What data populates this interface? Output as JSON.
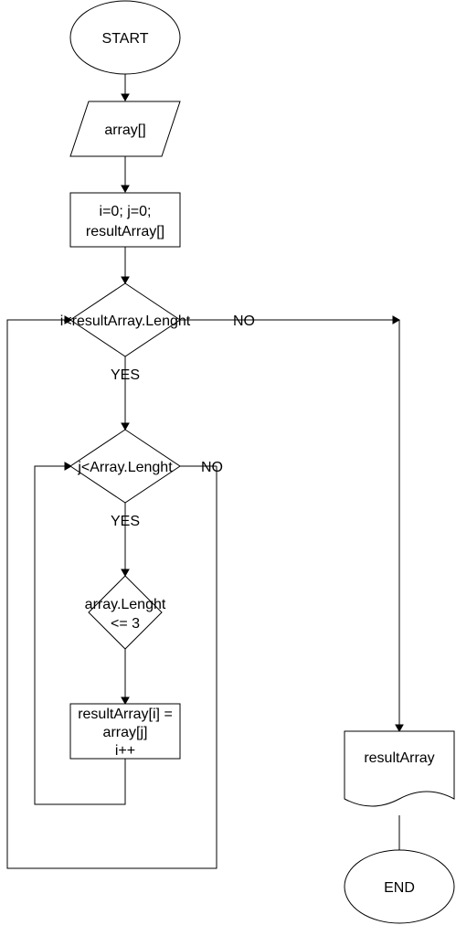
{
  "nodes": {
    "start": "START",
    "input_array": "array[]",
    "init_line1": "i=0; j=0;",
    "init_line2": "resultArray[]",
    "cond_outer": "i<resultArray.Lenght",
    "cond_inner": "j<Array.Lenght",
    "cond_len_line1": "array.Lenght",
    "cond_len_line2": "<= 3",
    "assign_line1": "resultArray[i] =",
    "assign_line2": "array[j]",
    "assign_line3": "i++",
    "output": "resultArray",
    "end": "END"
  },
  "edges": {
    "outer_no": "NO",
    "outer_yes": "YES",
    "inner_yes": "YES",
    "inner_no": "NO"
  }
}
